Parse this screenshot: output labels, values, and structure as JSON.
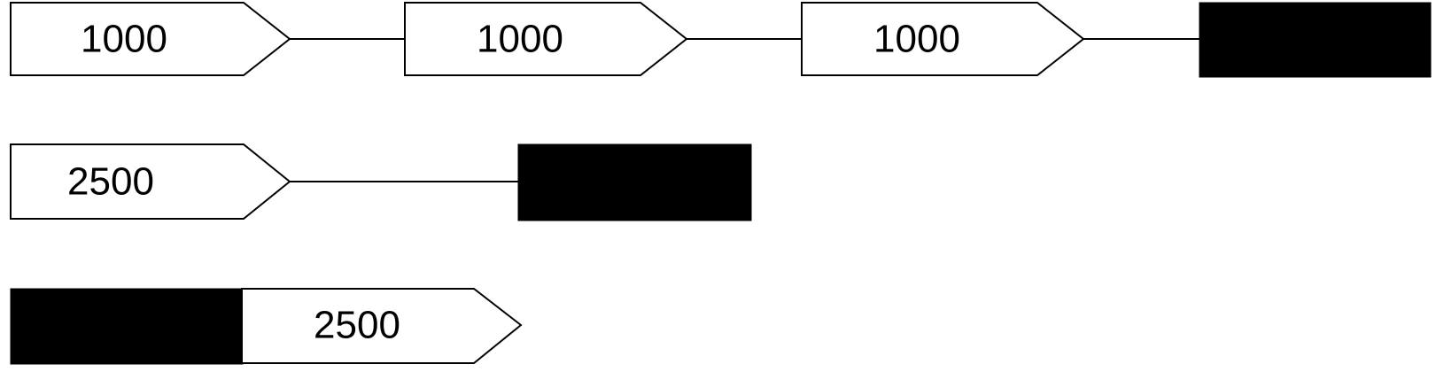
{
  "colors": {
    "background": "#ffffff",
    "outline": "#000000",
    "block_fill": "#000000",
    "arrow_fill": "#ffffff"
  },
  "rows": [
    {
      "items": [
        {
          "kind": "arrow",
          "label": "1000"
        },
        {
          "kind": "arrow",
          "label": "1000"
        },
        {
          "kind": "arrow",
          "label": "1000"
        },
        {
          "kind": "block"
        }
      ]
    },
    {
      "items": [
        {
          "kind": "arrow",
          "label": "2500"
        },
        {
          "kind": "block"
        }
      ]
    },
    {
      "items": [
        {
          "kind": "block"
        },
        {
          "kind": "arrow",
          "label": "2500"
        }
      ]
    }
  ]
}
